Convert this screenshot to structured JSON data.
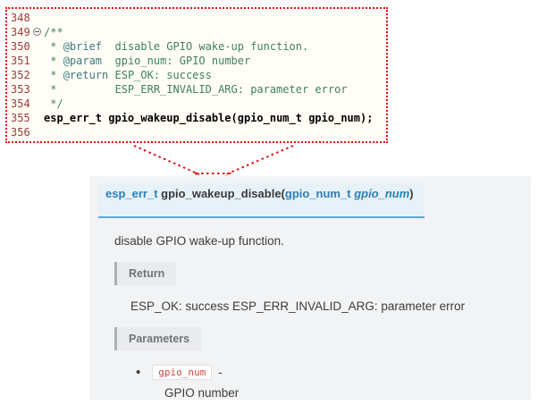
{
  "colors": {
    "dotted_red": "#dd1111",
    "accent_blue": "#2980b9",
    "signature_bg": "#e7f1f8",
    "signature_border": "#5fa8d5",
    "code_chip_red": "#cf4a43",
    "comment_green": "#3f7f5f",
    "line_number_red": "#9b3a3a"
  },
  "editor": {
    "lines": [
      {
        "num": "348",
        "fold": false,
        "segments": []
      },
      {
        "num": "349",
        "fold": true,
        "segments": [
          {
            "text": "/**",
            "style": "comment"
          }
        ]
      },
      {
        "num": "350",
        "fold": false,
        "segments": [
          {
            "text": " * ",
            "style": "comment"
          },
          {
            "text": "@brief",
            "style": "tag"
          },
          {
            "text": "  disable GPIO wake-up function.",
            "style": "comment"
          }
        ]
      },
      {
        "num": "351",
        "fold": false,
        "segments": [
          {
            "text": " * ",
            "style": "comment"
          },
          {
            "text": "@param",
            "style": "tag"
          },
          {
            "text": "  gpio_num: GPIO number",
            "style": "comment"
          }
        ]
      },
      {
        "num": "352",
        "fold": false,
        "segments": [
          {
            "text": " * ",
            "style": "comment"
          },
          {
            "text": "@return",
            "style": "tag"
          },
          {
            "text": " ESP_OK: success",
            "style": "comment"
          }
        ]
      },
      {
        "num": "353",
        "fold": false,
        "segments": [
          {
            "text": " *         ESP_ERR_INVALID_ARG: parameter error",
            "style": "comment"
          }
        ]
      },
      {
        "num": "354",
        "fold": false,
        "segments": [
          {
            "text": " */",
            "style": "comment"
          }
        ]
      },
      {
        "num": "355",
        "fold": false,
        "segments": [
          {
            "text": "esp_err_t gpio_wakeup_disable(gpio_num_t gpio_num);",
            "style": "decl"
          }
        ]
      },
      {
        "num": "356",
        "fold": false,
        "segments": []
      }
    ]
  },
  "doc": {
    "signature": {
      "return_type": "esp_err_t",
      "space1": " ",
      "name": "gpio_wakeup_disable",
      "paren_open": "(",
      "param_type": "gpio_num_t",
      "space2": " ",
      "param_name": "gpio_num",
      "paren_close": ")"
    },
    "description": "disable GPIO wake-up function.",
    "return_label": "Return",
    "return_text": "ESP_OK: success ESP_ERR_INVALID_ARG: parameter error",
    "parameters_label": "Parameters",
    "bullet": "•",
    "parameters": [
      {
        "name": "gpio_num",
        "separator": "-",
        "description": "GPIO number"
      }
    ]
  }
}
